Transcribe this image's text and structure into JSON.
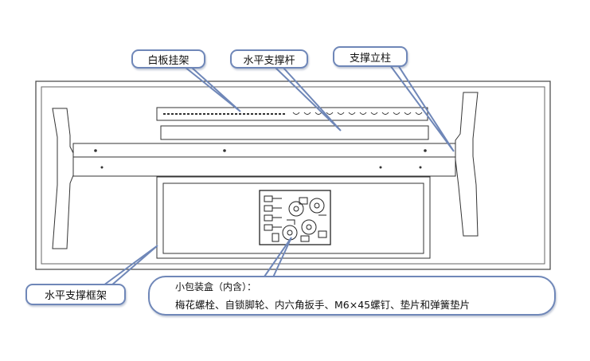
{
  "callouts": {
    "whiteboard_rack": "白板挂架",
    "horizontal_bar": "水平支撑杆",
    "support_column": "支撑立柱",
    "horizontal_frame": "水平支撑框架",
    "small_box_title": "小包装盒（内含）：",
    "small_box_contents": "梅花螺栓、自锁脚轮、内六角扳手、M6×45螺钉、垫片和弹簧垫片"
  },
  "colors": {
    "line": "#333333",
    "callout_border": "#6f87b8"
  }
}
